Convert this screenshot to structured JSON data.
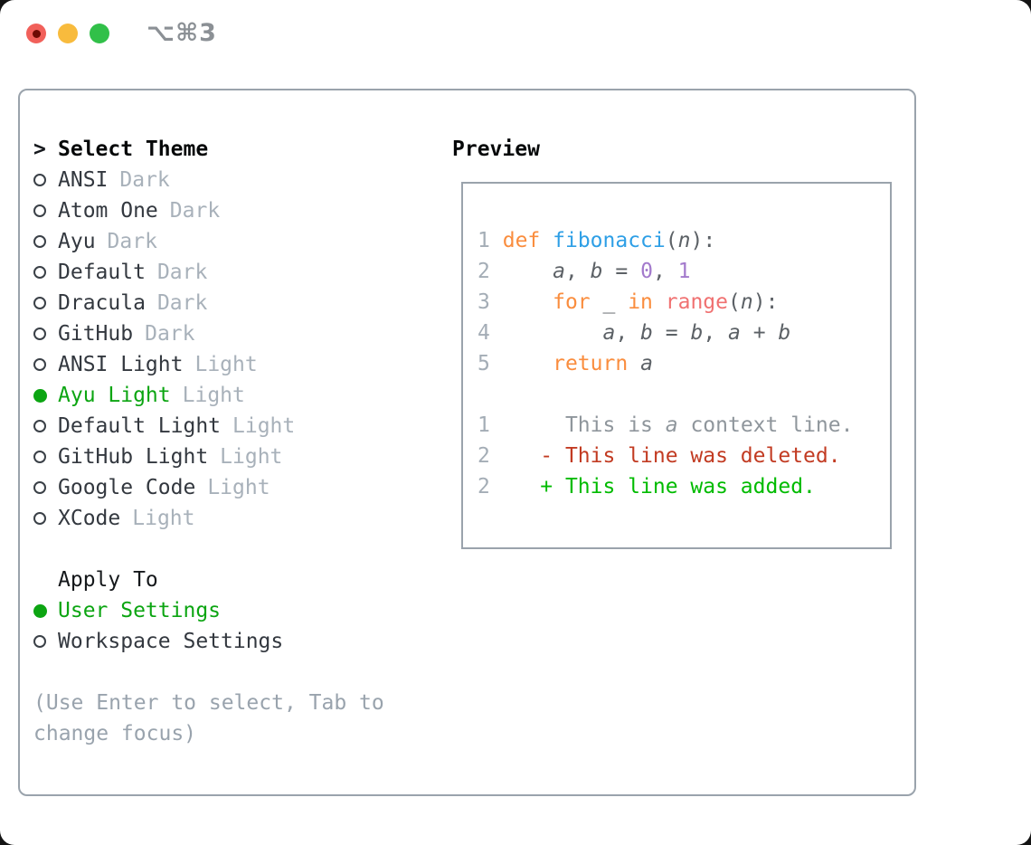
{
  "colors": {
    "green": "#0CA512",
    "added": "#00BB00",
    "deleted": "#C23B22",
    "keyword": "#FA8D3E",
    "function": "#2E9FE6",
    "builtin": "#F07171",
    "number": "#A37ACC",
    "code-fg": "#5C6166",
    "linenum": "#A4ADB6",
    "context": "#8F969C",
    "border": "#9AA3AC",
    "suffix": "#A8B1BA",
    "hint": "#99A3AD",
    "title": "#8B9095",
    "light-red": "#F1605A",
    "light-red-dot": "#6E0B04",
    "light-yellow": "#F8BB3D",
    "light-green": "#31C049"
  },
  "window": {
    "title": "⌥⌘3"
  },
  "theme_picker": {
    "header": {
      "marker": ">",
      "label": "Select Theme"
    },
    "themes": [
      {
        "name": "ANSI",
        "variant": "Dark",
        "selected": false
      },
      {
        "name": "Atom One",
        "variant": "Dark",
        "selected": false
      },
      {
        "name": "Ayu",
        "variant": "Dark",
        "selected": false
      },
      {
        "name": "Default",
        "variant": "Dark",
        "selected": false
      },
      {
        "name": "Dracula",
        "variant": "Dark",
        "selected": false
      },
      {
        "name": "GitHub",
        "variant": "Dark",
        "selected": false
      },
      {
        "name": "ANSI Light",
        "variant": "Light",
        "selected": false
      },
      {
        "name": "Ayu Light",
        "variant": "Light",
        "selected": true
      },
      {
        "name": "Default Light",
        "variant": "Light",
        "selected": false
      },
      {
        "name": "GitHub Light",
        "variant": "Light",
        "selected": false
      },
      {
        "name": "Google Code",
        "variant": "Light",
        "selected": false
      },
      {
        "name": "XCode",
        "variant": "Light",
        "selected": false
      }
    ],
    "apply_to": {
      "label": "Apply To",
      "options": [
        {
          "name": "User Settings",
          "selected": true
        },
        {
          "name": "Workspace Settings",
          "selected": false
        }
      ]
    },
    "hint": "(Use Enter to select, Tab to change focus)"
  },
  "preview": {
    "label": "Preview",
    "lines": [
      [
        [
          "n",
          "1"
        ],
        [
          "d",
          " "
        ],
        [
          "k",
          "def"
        ],
        [
          "d",
          " "
        ],
        [
          "f",
          "fibonacci"
        ],
        [
          "d",
          "("
        ],
        [
          "di",
          "n"
        ],
        [
          "d",
          "):"
        ]
      ],
      [
        [
          "n",
          "2"
        ],
        [
          "d",
          "     "
        ],
        [
          "di",
          "a"
        ],
        [
          "d",
          ", "
        ],
        [
          "di",
          "b"
        ],
        [
          "d",
          " = "
        ],
        [
          "num",
          "0"
        ],
        [
          "d",
          ", "
        ],
        [
          "num",
          "1"
        ]
      ],
      [
        [
          "n",
          "3"
        ],
        [
          "d",
          "     "
        ],
        [
          "k",
          "for"
        ],
        [
          "d",
          " _ "
        ],
        [
          "k",
          "in"
        ],
        [
          "d",
          " "
        ],
        [
          "b",
          "range"
        ],
        [
          "d",
          "("
        ],
        [
          "di",
          "n"
        ],
        [
          "d",
          "):"
        ]
      ],
      [
        [
          "n",
          "4"
        ],
        [
          "d",
          "         "
        ],
        [
          "di",
          "a"
        ],
        [
          "d",
          ", "
        ],
        [
          "di",
          "b"
        ],
        [
          "d",
          " = "
        ],
        [
          "di",
          "b"
        ],
        [
          "d",
          ", "
        ],
        [
          "di",
          "a"
        ],
        [
          "d",
          " + "
        ],
        [
          "di",
          "b"
        ]
      ],
      [
        [
          "n",
          "5"
        ],
        [
          "d",
          "     "
        ],
        [
          "k",
          "return"
        ],
        [
          "d",
          " "
        ],
        [
          "di",
          "a"
        ]
      ],
      [],
      [
        [
          "n",
          "1"
        ],
        [
          "d",
          "      "
        ],
        [
          "c",
          "This is "
        ],
        [
          "ci",
          "a"
        ],
        [
          "c",
          " context line."
        ]
      ],
      [
        [
          "n",
          "2"
        ],
        [
          "d",
          "    "
        ],
        [
          "del",
          "- This line was deleted."
        ]
      ],
      [
        [
          "n",
          "2"
        ],
        [
          "d",
          "    "
        ],
        [
          "add",
          "+ This line was added."
        ]
      ]
    ]
  }
}
